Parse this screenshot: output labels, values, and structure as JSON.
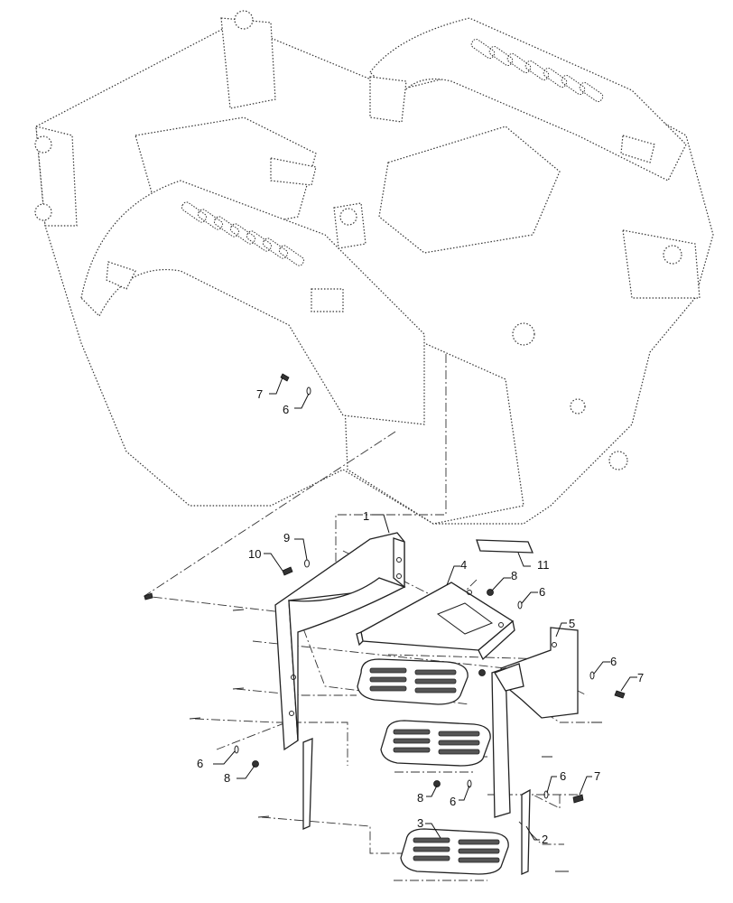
{
  "callouts": [
    {
      "id": "c1",
      "label": "1"
    },
    {
      "id": "c2",
      "label": "2"
    },
    {
      "id": "c3",
      "label": "3"
    },
    {
      "id": "c4",
      "label": "4"
    },
    {
      "id": "c5",
      "label": "5"
    },
    {
      "id": "c6a",
      "label": "6"
    },
    {
      "id": "c6b",
      "label": "6"
    },
    {
      "id": "c6c",
      "label": "6"
    },
    {
      "id": "c6d",
      "label": "6"
    },
    {
      "id": "c6e",
      "label": "6"
    },
    {
      "id": "c6f",
      "label": "6"
    },
    {
      "id": "c7a",
      "label": "7"
    },
    {
      "id": "c7b",
      "label": "7"
    },
    {
      "id": "c7c",
      "label": "7"
    },
    {
      "id": "c8a",
      "label": "8"
    },
    {
      "id": "c8b",
      "label": "8"
    },
    {
      "id": "c8c",
      "label": "8"
    },
    {
      "id": "c9",
      "label": "9"
    },
    {
      "id": "c10",
      "label": "10"
    },
    {
      "id": "c11",
      "label": "11"
    }
  ]
}
